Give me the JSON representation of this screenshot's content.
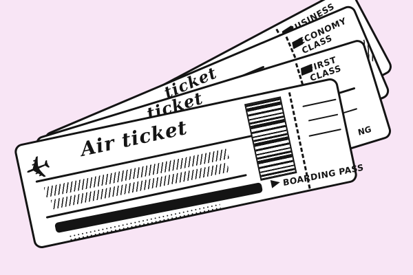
{
  "illustration": {
    "background_color": "#f8e5f5",
    "ink_color": "#141414",
    "paper_color": "#ffffff",
    "tickets": [
      {
        "id": "business",
        "class_label": "BUSINESS CLASS"
      },
      {
        "id": "economy",
        "class_label": "ECONOMY CLASS",
        "partial_title": "ticket"
      },
      {
        "id": "first",
        "class_label": "FIRST CLASS",
        "partial_title": "ticket",
        "partial_boarding_text": "NG"
      },
      {
        "id": "front",
        "title": "Air ticket",
        "boarding_label": "BOARDING PASS",
        "airplane_icon": "✈"
      }
    ]
  }
}
